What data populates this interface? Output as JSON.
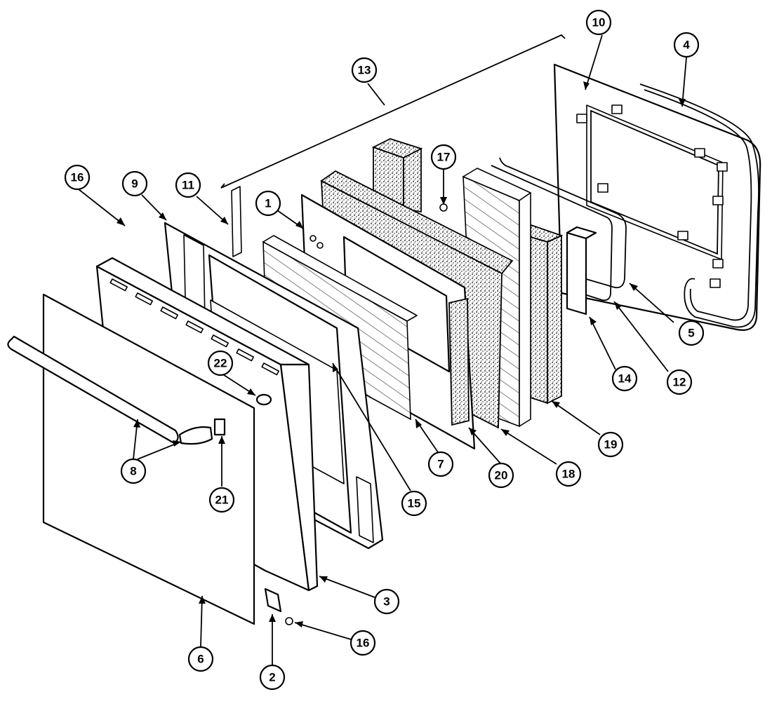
{
  "callouts": [
    {
      "id": "c1",
      "label": "1"
    },
    {
      "id": "c2",
      "label": "2"
    },
    {
      "id": "c3",
      "label": "3"
    },
    {
      "id": "c4",
      "label": "4"
    },
    {
      "id": "c5",
      "label": "5"
    },
    {
      "id": "c6",
      "label": "6"
    },
    {
      "id": "c7",
      "label": "7"
    },
    {
      "id": "c8",
      "label": "8"
    },
    {
      "id": "c9",
      "label": "9"
    },
    {
      "id": "c10",
      "label": "10"
    },
    {
      "id": "c11",
      "label": "11"
    },
    {
      "id": "c12",
      "label": "12"
    },
    {
      "id": "c13",
      "label": "13"
    },
    {
      "id": "c14",
      "label": "14"
    },
    {
      "id": "c15",
      "label": "15"
    },
    {
      "id": "c16a",
      "label": "16"
    },
    {
      "id": "c16b",
      "label": "16"
    },
    {
      "id": "c17",
      "label": "17"
    },
    {
      "id": "c18",
      "label": "18"
    },
    {
      "id": "c19",
      "label": "19"
    },
    {
      "id": "c20",
      "label": "20"
    },
    {
      "id": "c21",
      "label": "21"
    },
    {
      "id": "c22",
      "label": "22"
    }
  ]
}
